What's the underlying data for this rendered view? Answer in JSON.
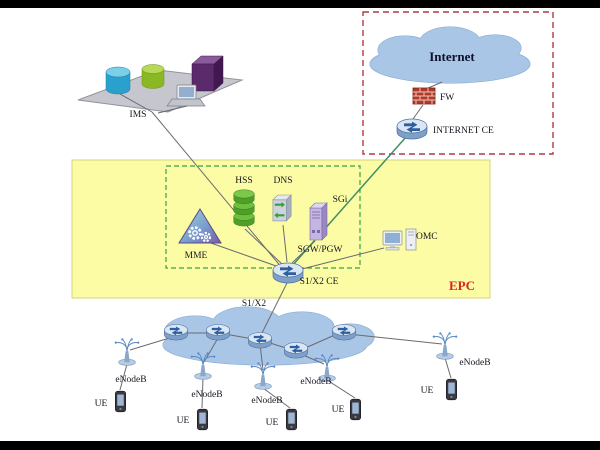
{
  "ims_platform": {
    "label": "IMS",
    "icons": [
      "database-cylinder-blue",
      "database-cylinder-green",
      "server-cube-purple",
      "laptop"
    ]
  },
  "internet_zone": {
    "cloud_label": "Internet",
    "firewall_label": "FW",
    "router_label": "INTERNET CE"
  },
  "epc_zone": {
    "zone_label": "EPC",
    "mme_label": "MME",
    "hss_label": "HSS",
    "dns_label": "DNS",
    "sgi_label": "SGi",
    "sgw_pgw_label": "SGW/PGW",
    "omc_label": "OMC",
    "edge_router_label": "S1/X2 CE"
  },
  "transport": {
    "interface_label": "S1/X2"
  },
  "access_network": {
    "enodeb_labels": [
      "eNodeB",
      "eNodeB",
      "eNodeB",
      "eNodeB",
      "eNodeB"
    ],
    "ue_labels": [
      "UE",
      "UE",
      "UE",
      "UE",
      "UE"
    ]
  },
  "colors": {
    "epc_zone_fill": "#fbfca4",
    "epc_label_red": "#e02020",
    "internet_zone_border": "#b23a48",
    "epc_inner_border": "#3a9e4a",
    "cloud_fill": "#a9c6e6",
    "internet_link_green": "#3e8e63"
  }
}
